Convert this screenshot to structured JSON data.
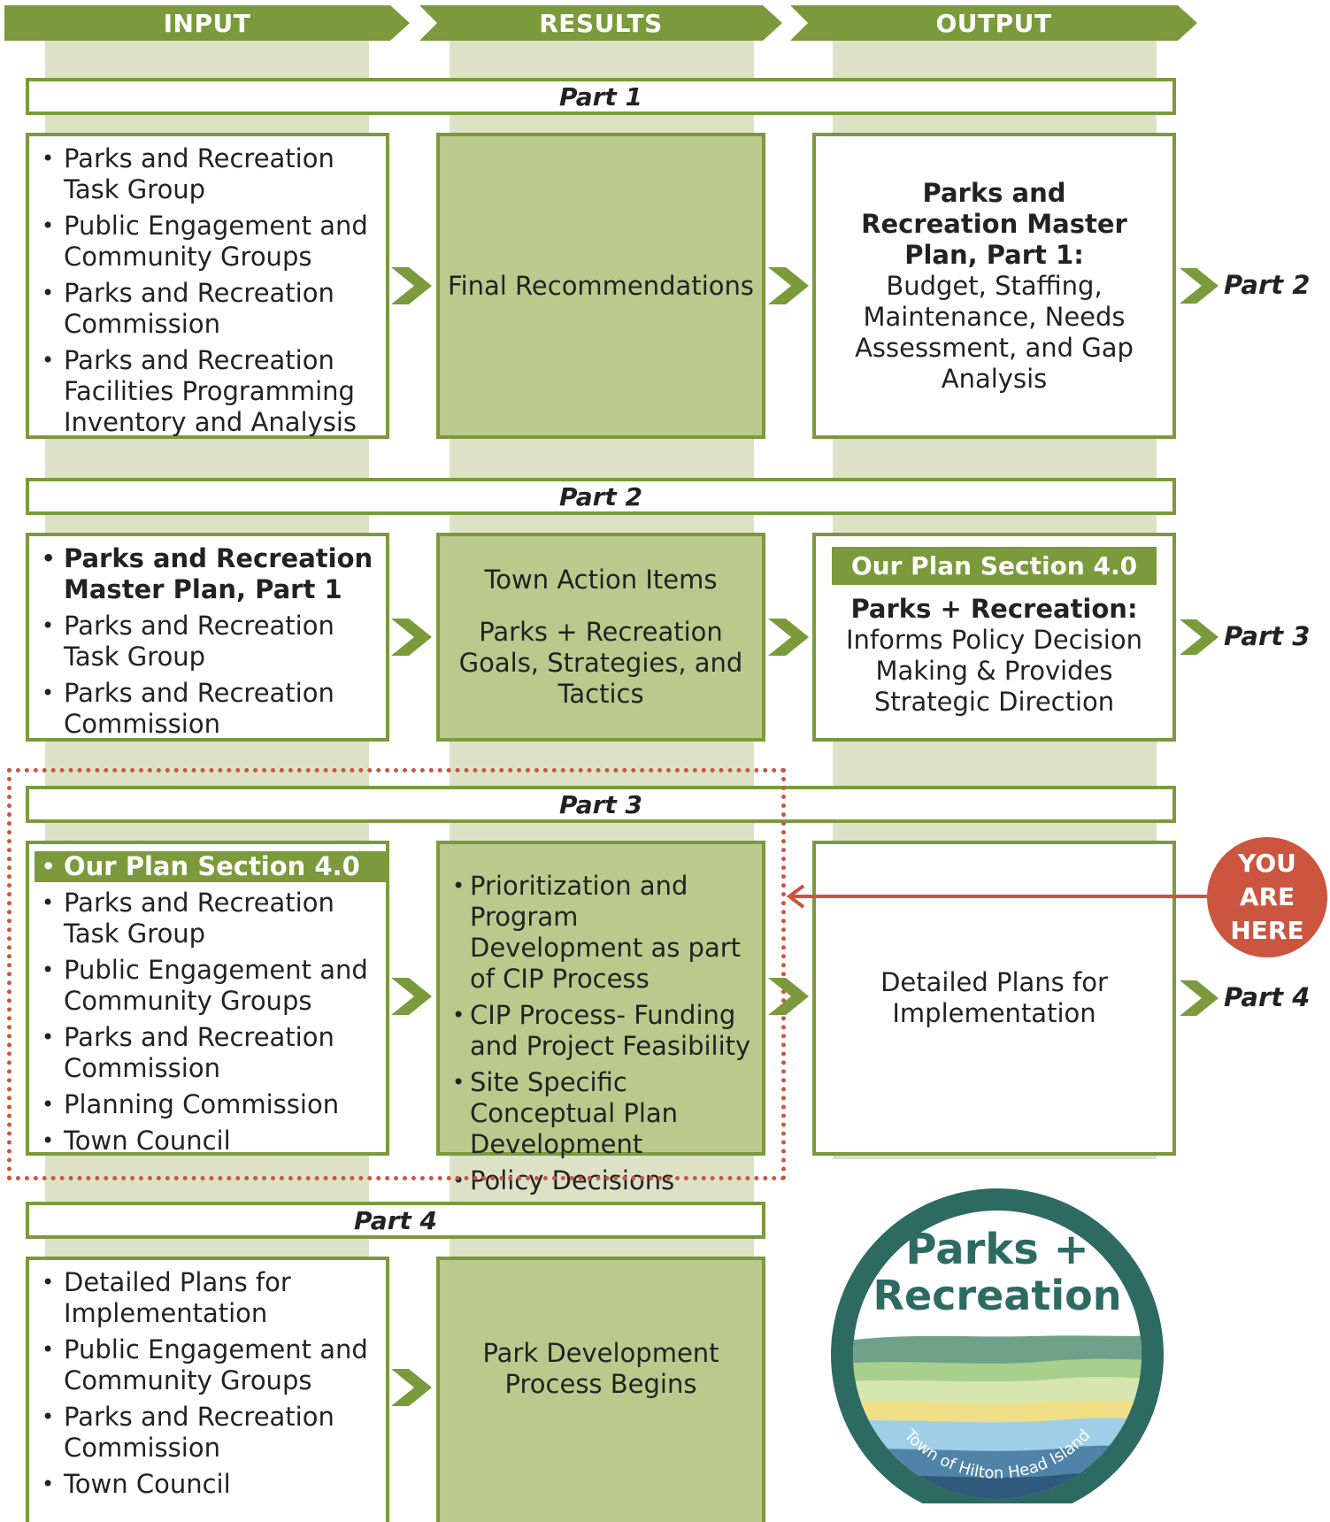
{
  "headers": {
    "input": "INPUT",
    "results": "RESULTS",
    "output": "OUTPUT"
  },
  "parts": {
    "part1": {
      "title": "Part 1",
      "input": [
        "Parks and Recreation Task Group",
        "Public Engagement and Community Groups",
        "Parks and Recreation Commission",
        "Parks and Recreation Facilities Programming Inventory and Analysis"
      ],
      "result": "Final Recommendations",
      "output_bold": "Parks and Recreation Master Plan, Part 1:",
      "output_text": "Budget, Staffing, Maintenance, Needs Assessment, and Gap Analysis",
      "next": "Part 2"
    },
    "part2": {
      "title": "Part 2",
      "input_bold": "Parks and Recreation Master Plan, Part 1",
      "input": [
        "Parks and Recreation Task Group",
        "Parks and Recreation Commission"
      ],
      "result_line1": "Town Action Items",
      "result_line2": "Parks + Recreation Goals, Strategies, and Tactics",
      "output_tag": "Our Plan Section 4.0",
      "output_bold": "Parks + Recreation:",
      "output_text": "Informs Policy Decision Making & Provides Strategic Direction",
      "next": "Part 3"
    },
    "part3": {
      "title": "Part 3",
      "input_highlight": "Our Plan Section 4.0",
      "input": [
        "Parks and Recreation Task Group",
        "Public Engagement and Community Groups",
        "Parks and Recreation Commission",
        "Planning Commission",
        "Town Council"
      ],
      "results": [
        "Prioritization and Program Development as part of CIP Process",
        "CIP Process- Funding and Project Feasibility",
        "Site Specific Conceptual Plan Development",
        "Policy Decisions"
      ],
      "output_text": "Detailed Plans for Implementation",
      "next": "Part 4",
      "you_are_here": [
        "YOU",
        "ARE",
        "HERE"
      ]
    },
    "part4": {
      "title": "Part 4",
      "input": [
        "Detailed Plans for Implementation",
        "Public Engagement and Community Groups",
        "Parks and Recreation Commission",
        "Town Council"
      ],
      "result": "Park Development Process Begins"
    }
  },
  "logo": {
    "line1": "Parks +",
    "line2": "Recreation",
    "ring_text": "Town of Hilton Head Island"
  },
  "colors": {
    "green": "#7a9a3b",
    "light_green": "#bcc98d",
    "strip": "#dde2c6",
    "red": "#cc5540",
    "logo_teal": "#2d6a62"
  }
}
